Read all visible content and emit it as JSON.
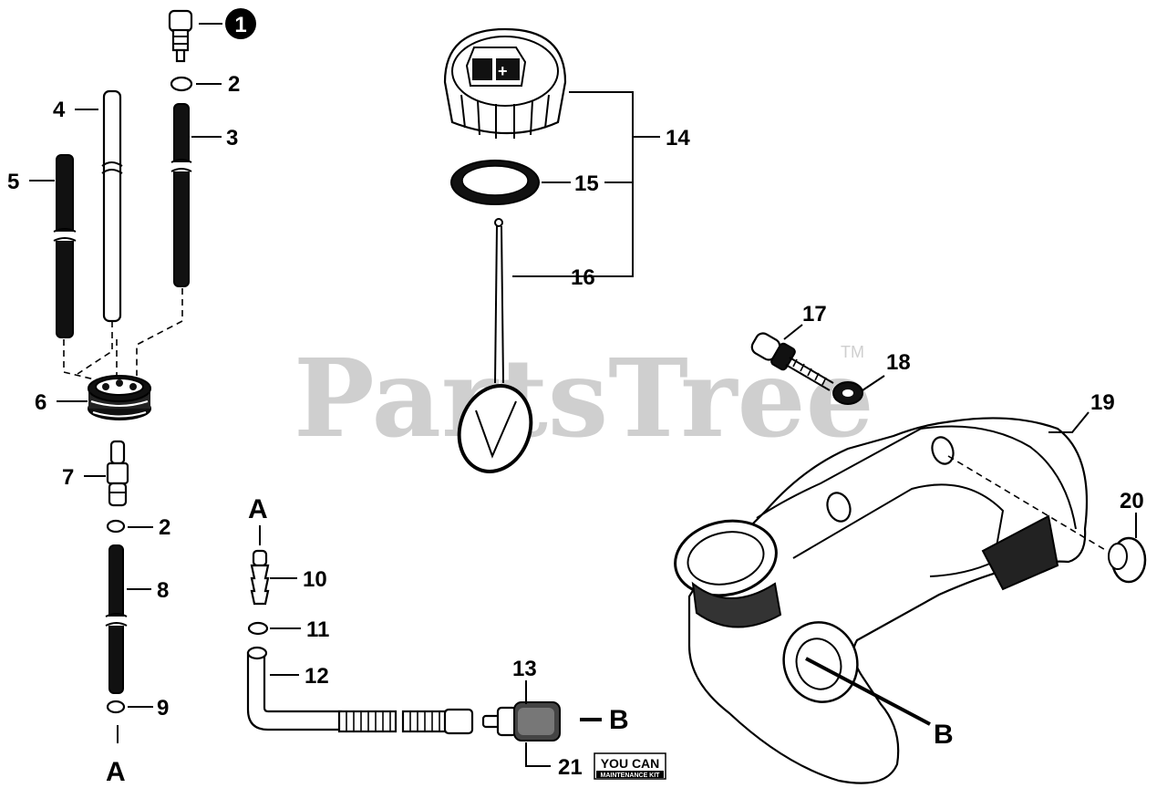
{
  "watermark": {
    "text": "PartsTree",
    "trademark": "TM"
  },
  "callouts": {
    "c1": "1",
    "c2a": "2",
    "c2b": "2",
    "c3": "3",
    "c4": "4",
    "c5": "5",
    "c6": "6",
    "c7": "7",
    "c8": "8",
    "c9": "9",
    "c10": "10",
    "c11": "11",
    "c12": "12",
    "c13": "13",
    "c14": "14",
    "c15": "15",
    "c16": "16",
    "c17": "17",
    "c18": "18",
    "c19": "19",
    "c20": "20",
    "c21": "21"
  },
  "connectors": {
    "a_top": "A",
    "a_bottom": "A",
    "b_right": "B",
    "b_tank": "B"
  },
  "kit_badge": {
    "top": "YOU CAN",
    "bottom": "MAINTENANCE KIT"
  }
}
